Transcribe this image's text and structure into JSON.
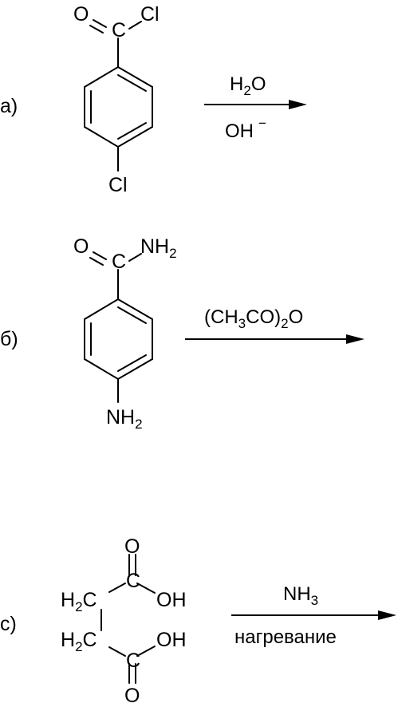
{
  "reactions": [
    {
      "label": "a)",
      "atoms": {
        "carbonyl_o": "O",
        "carbonyl_c": "C",
        "acyl_cl": "Cl",
        "ring_cl": "Cl"
      },
      "conditions": {
        "above": {
          "main": "H",
          "sub": "2",
          "tail": "O"
        },
        "below": {
          "main": "OH",
          "sup": "−"
        }
      }
    },
    {
      "label": "б)",
      "atoms": {
        "carbonyl_o": "O",
        "carbonyl_c": "C",
        "amide_n": "NH",
        "amide_sub": "2",
        "amine_n": "NH",
        "amine_sub": "2"
      },
      "conditions": {
        "above": {
          "p1": "(CH",
          "s1": "3",
          "p2": "CO)",
          "s2": "2",
          "p3": "O"
        }
      }
    },
    {
      "label": "c)",
      "atoms": {
        "top_o": "O",
        "top_c": "C",
        "top_oh": "OH",
        "ch2_1": "H",
        "ch2_1_sub": "2",
        "ch2_1_c": "C",
        "ch2_2": "H",
        "ch2_2_sub": "2",
        "ch2_2_c": "C",
        "bot_oh": "OH",
        "bot_c": "C",
        "bot_o": "O"
      },
      "conditions": {
        "above": {
          "main": "NH",
          "sub": "3"
        },
        "below": {
          "main": "нагревание"
        }
      }
    }
  ]
}
